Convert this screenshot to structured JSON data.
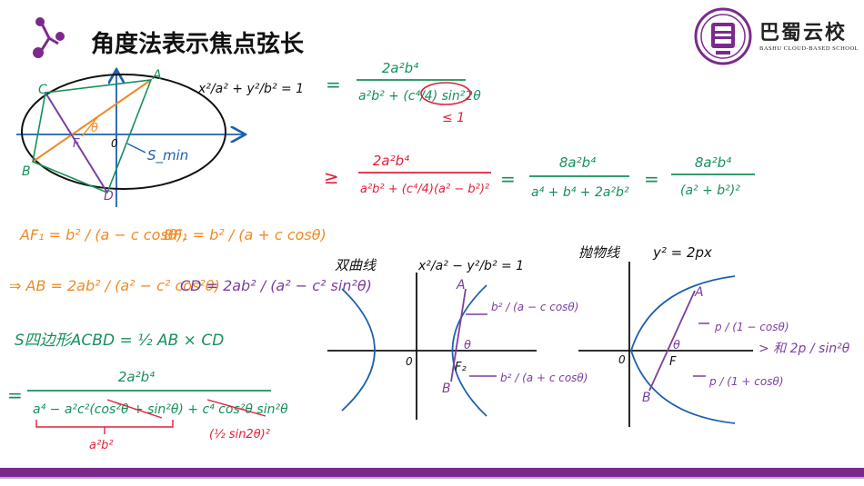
{
  "header": {
    "title": "角度法表示焦点弦长",
    "logo_name": "巴蜀云校",
    "logo_sub": "BASHU CLOUD-BASED SCHOOL"
  },
  "colors": {
    "accent": "#7b2a8c",
    "blue_ink": "#1f5fae",
    "green_ink": "#16905a",
    "orange_ink": "#f08a24",
    "purple_ink": "#7b3fa0",
    "red_ink": "#e0203a"
  },
  "ellipse_figure": {
    "equation": "x²/a² + y²/b² = 1",
    "labels": {
      "A": "A",
      "B": "B",
      "C": "C",
      "D": "D",
      "F": "F",
      "O": "0",
      "theta": "θ"
    },
    "s_min": "S_min"
  },
  "formulas": {
    "af": "AF₁ = b² / (a − c cosθ),",
    "bf": "BF₁ = b² / (a + c cosθ)",
    "ab": "⇒ AB = 2ab² / (a² − c² cos²θ)",
    "cd": "CD = 2ab² / (a² − c² sin²θ)",
    "area": "S四边形ACBD = ½ AB × CD",
    "step1_num": "2a²b⁴",
    "step1_den": "a⁴ − a²c²(cos²θ + sin²θ) + c⁴ cos²θ sin²θ",
    "step1_brace": "a²b²",
    "step1_red": "(½ sin2θ)²",
    "step2_num": "2a²b⁴",
    "step2_den": "a²b² + (c⁴/4) sin²2θ",
    "step2_note": "≤ 1",
    "step3_lhs_num": "2a²b⁴",
    "step3_lhs_den": "a²b² + (c⁴/4)(a² − b²)²",
    "step3_mid_num": "8a²b⁴",
    "step3_mid_den": "a⁴ + b⁴ + 2a²b²",
    "step3_rhs_num": "8a²b⁴",
    "step3_rhs_den": "(a² + b²)²"
  },
  "hyperbola": {
    "label": "双曲线",
    "equation": "x²/a² − y²/b² = 1",
    "point_a": "A",
    "point_b": "B",
    "focus": "F₂",
    "origin": "0",
    "theta": "θ",
    "upper": "b² / (a − c cosθ)",
    "lower": "b² / (a + c cosθ)"
  },
  "parabola": {
    "label": "抛物线",
    "equation": "y² = 2px",
    "point_a": "A",
    "point_b": "B",
    "focus": "F",
    "origin": "0",
    "theta": "θ",
    "upper": "p / (1 − cosθ)",
    "lower": "p / (1 + cosθ)",
    "sum": "> 和 2p / sin²θ"
  }
}
